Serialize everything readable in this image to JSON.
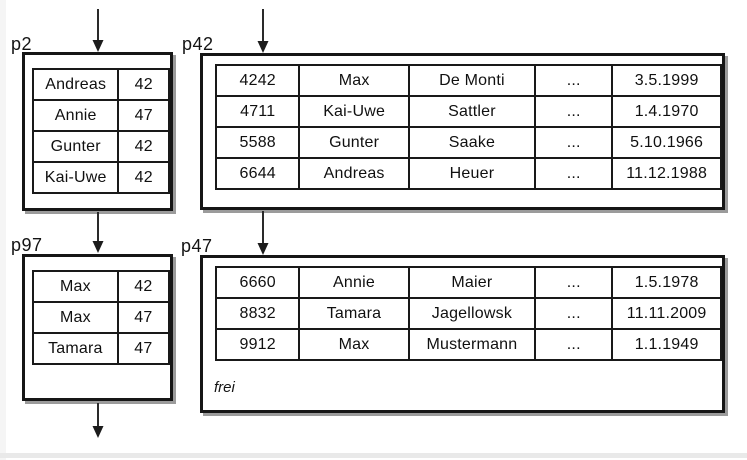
{
  "colors": {
    "ink": "#141414",
    "table_border": "#191919",
    "box_shadow": "#9b9b9b",
    "bottom_bar": "#e9e9e9",
    "background": "#ffffff"
  },
  "pages": {
    "p2": {
      "label": "p2",
      "rows": [
        [
          "Andreas",
          "42"
        ],
        [
          "Annie",
          "47"
        ],
        [
          "Gunter",
          "42"
        ],
        [
          "Kai-Uwe",
          "42"
        ]
      ]
    },
    "p42": {
      "label": "p42",
      "rows": [
        [
          "4242",
          "Max",
          "De Monti",
          "...",
          "3.5.1999"
        ],
        [
          "4711",
          "Kai-Uwe",
          "Sattler",
          "...",
          "1.4.1970"
        ],
        [
          "5588",
          "Gunter",
          "Saake",
          "...",
          "5.10.1966"
        ],
        [
          "6644",
          "Andreas",
          "Heuer",
          "...",
          "11.12.1988"
        ]
      ]
    },
    "p97": {
      "label": "p97",
      "rows": [
        [
          "Max",
          "42"
        ],
        [
          "Max",
          "47"
        ],
        [
          "Tamara",
          "47"
        ]
      ]
    },
    "p47": {
      "label": "p47",
      "free_label": "frei",
      "rows": [
        [
          "6660",
          "Annie",
          "Maier",
          "...",
          "1.5.1978"
        ],
        [
          "8832",
          "Tamara",
          "Jagellowsk",
          "...",
          "11.11.2009"
        ],
        [
          "9912",
          "Max",
          "Mustermann",
          "...",
          "1.1.1949"
        ]
      ]
    }
  }
}
